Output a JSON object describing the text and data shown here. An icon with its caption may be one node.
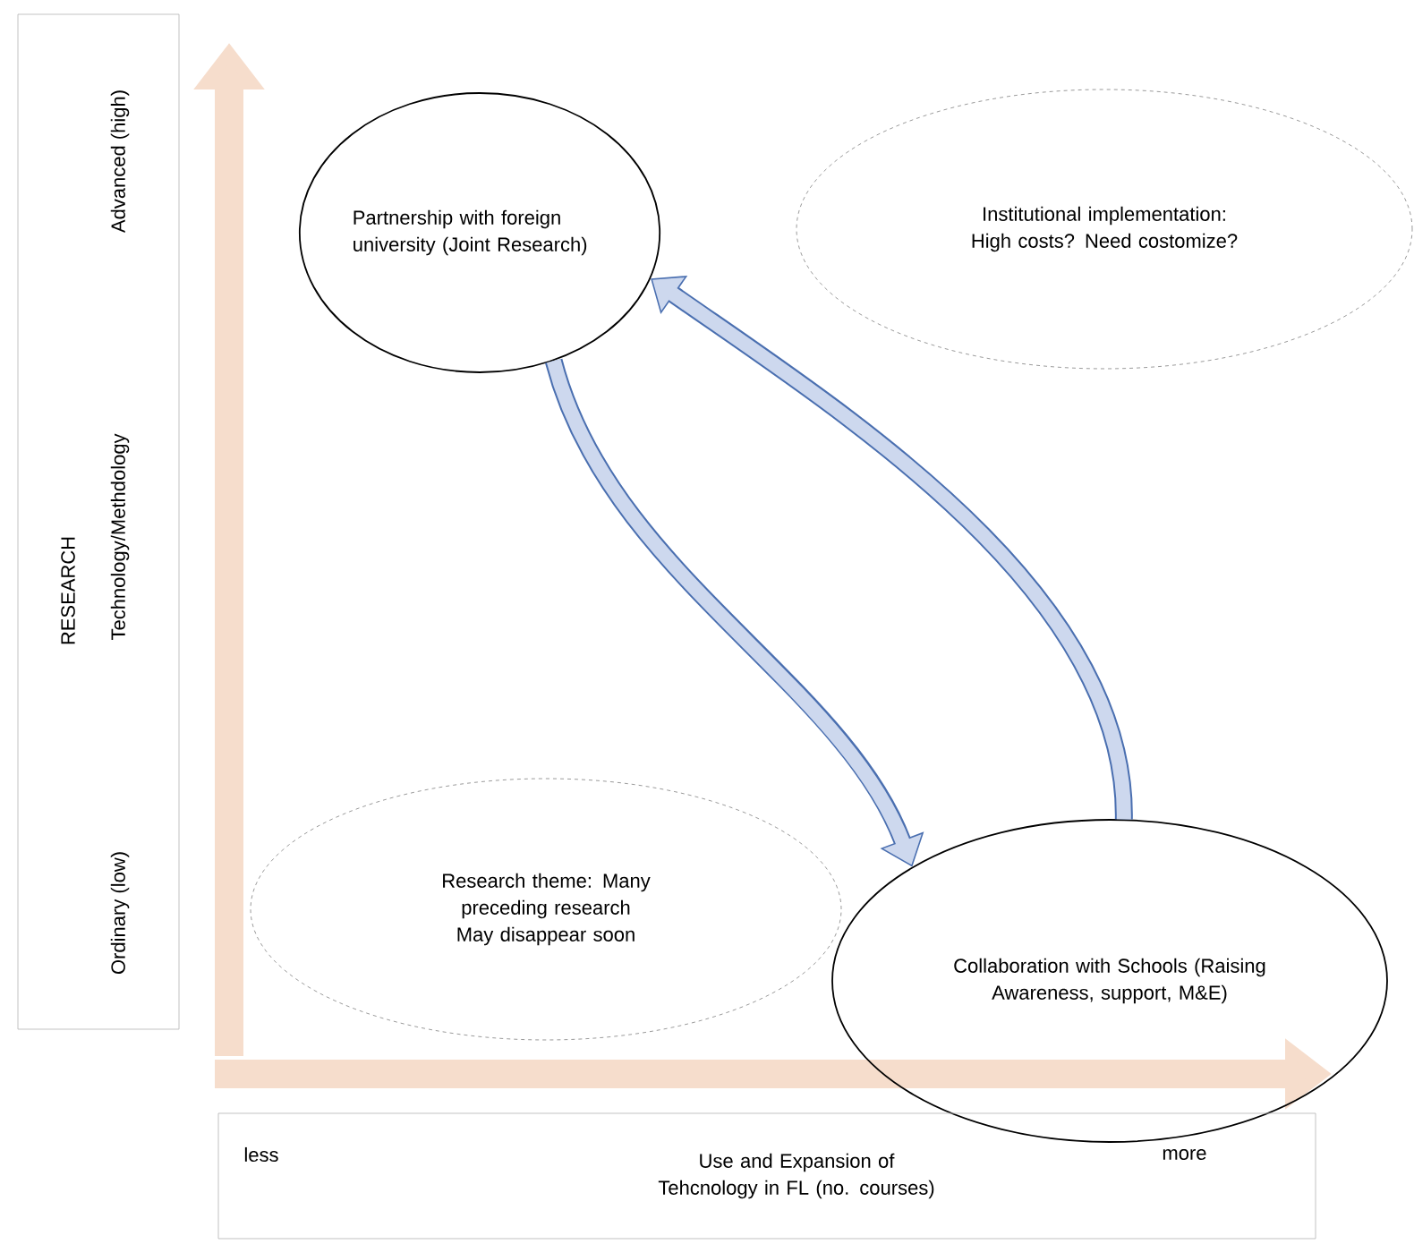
{
  "diagram": {
    "nodes": [
      {
        "text": [
          "Partnership with foreign university (Joint Research)"
        ]
      },
      {
        "text": [
          "Institutional implementation: High costs? Need costomize?"
        ]
      },
      {
        "text": [
          "Research theme: Many preceding research May disappear soon"
        ]
      },
      {
        "text": [
          "Collaboration with Schools (Raising Awareness, support, M&E)"
        ]
      },
      {
        "text": [
          "Advanced (high)",
          "RESEARCH",
          "Technology/Methdology",
          "Ordinary (low)"
        ]
      },
      {
        "text": [
          "less",
          "Use and Expansion of Tehcnology in FL (no. courses)",
          "more"
        ]
      }
    ],
    "edges": [
      {
        "from": 0,
        "to": 3,
        "arrow": "to"
      },
      {
        "from": 3,
        "to": 0,
        "arrow": "to"
      }
    ]
  }
}
